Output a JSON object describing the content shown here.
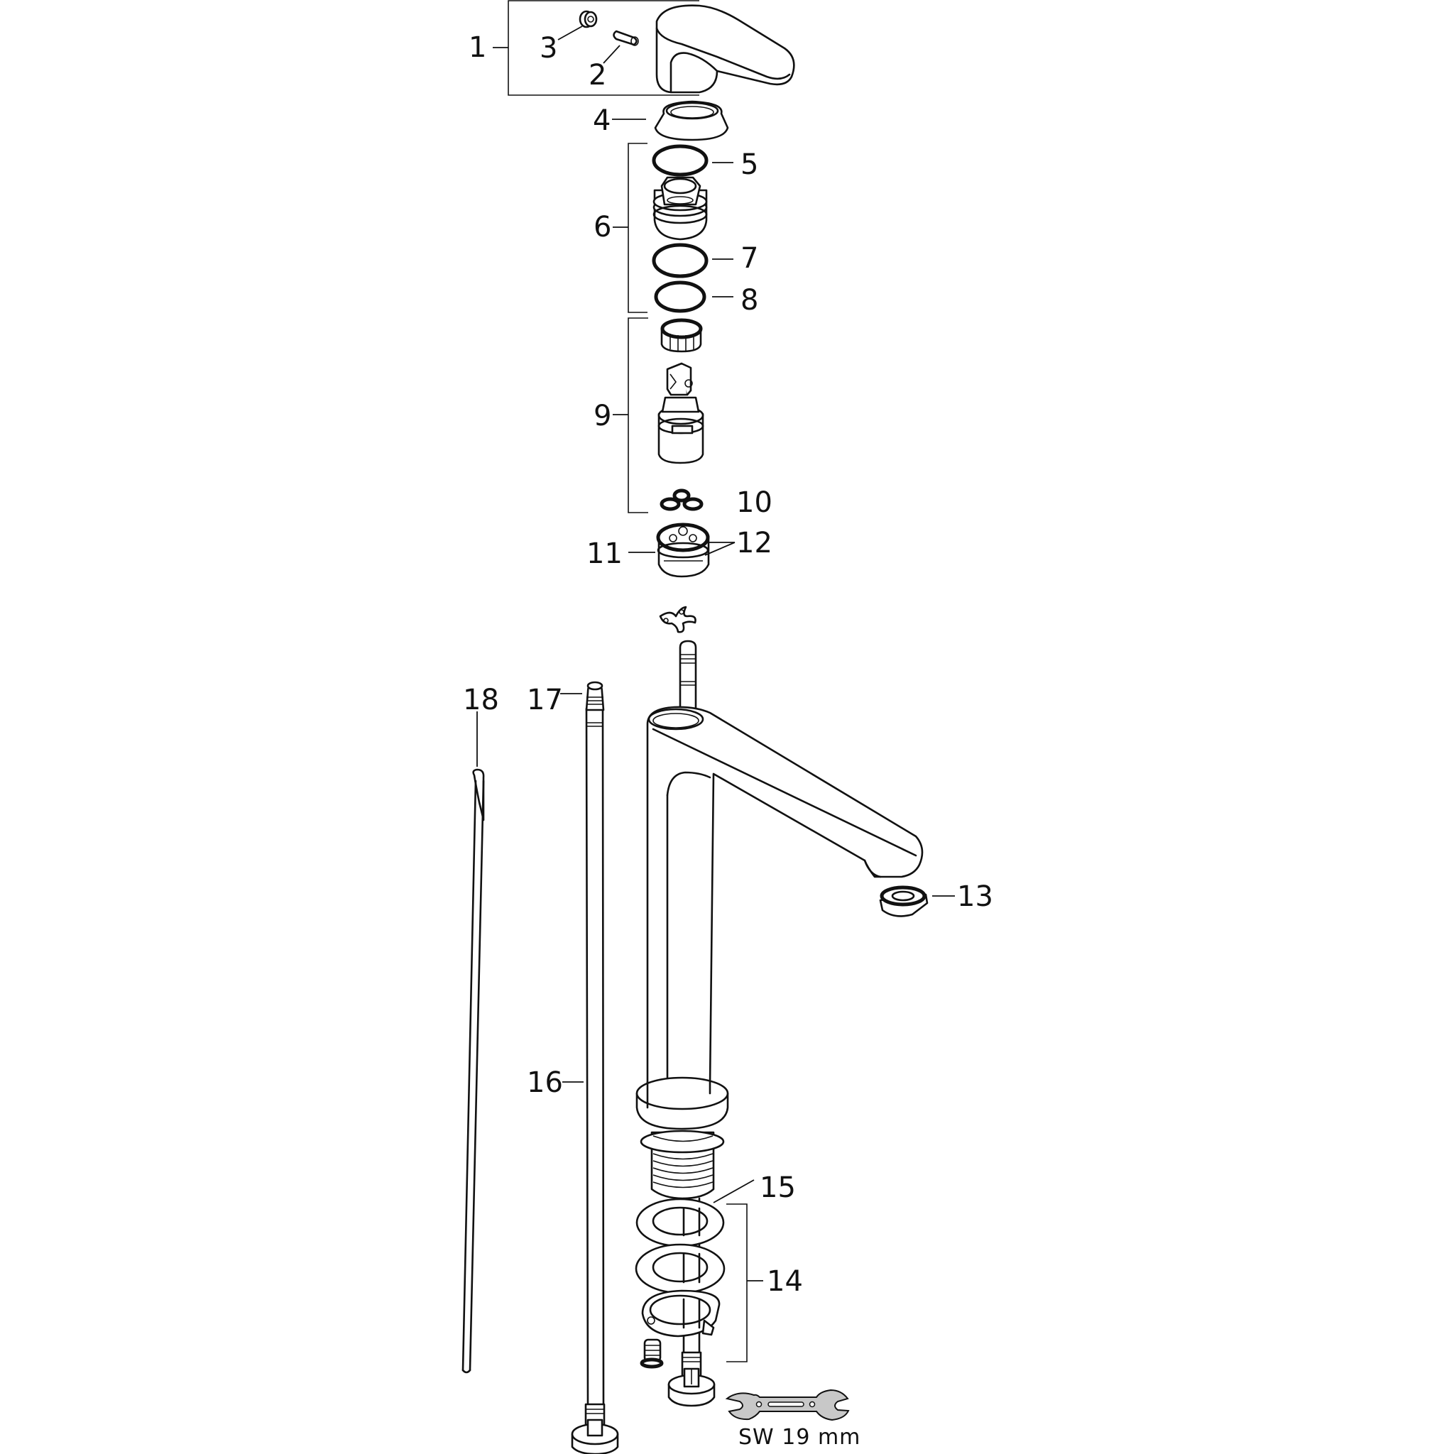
{
  "diagram": {
    "type": "exploded-parts-drawing",
    "subject": "single-lever basin mixer tap (tall spout)",
    "colors": {
      "line": "#111111",
      "background": "#ffffff",
      "tool_fill": "#c8c8c8"
    },
    "parts": [
      {
        "id": "1",
        "label": "1",
        "desc": "lever handle set (bracket)"
      },
      {
        "id": "2",
        "label": "2",
        "desc": "set screw / pin"
      },
      {
        "id": "3",
        "label": "3",
        "desc": "cap plug"
      },
      {
        "id": "4",
        "label": "4",
        "desc": "cover ring"
      },
      {
        "id": "5",
        "label": "5",
        "desc": "o-ring"
      },
      {
        "id": "6",
        "label": "6",
        "desc": "hex nut assembly (bracket)"
      },
      {
        "id": "7",
        "label": "7",
        "desc": "o-ring"
      },
      {
        "id": "8",
        "label": "8",
        "desc": "o-ring"
      },
      {
        "id": "9",
        "label": "9",
        "desc": "cartridge set (bracket)"
      },
      {
        "id": "10",
        "label": "10",
        "desc": "triple seal"
      },
      {
        "id": "11",
        "label": "11",
        "desc": "adapter insert"
      },
      {
        "id": "12",
        "label": "12",
        "desc": "seals on adapter"
      },
      {
        "id": "13",
        "label": "13",
        "desc": "aerator"
      },
      {
        "id": "14",
        "label": "14",
        "desc": "mounting set (bracket)"
      },
      {
        "id": "15",
        "label": "15",
        "desc": "washer"
      },
      {
        "id": "16",
        "label": "16",
        "desc": "connection hose"
      },
      {
        "id": "17",
        "label": "17",
        "desc": "hose end"
      },
      {
        "id": "18",
        "label": "18",
        "desc": "pull rod"
      }
    ],
    "tool": {
      "icon": "wrench-icon",
      "label": "SW 19 mm"
    }
  }
}
